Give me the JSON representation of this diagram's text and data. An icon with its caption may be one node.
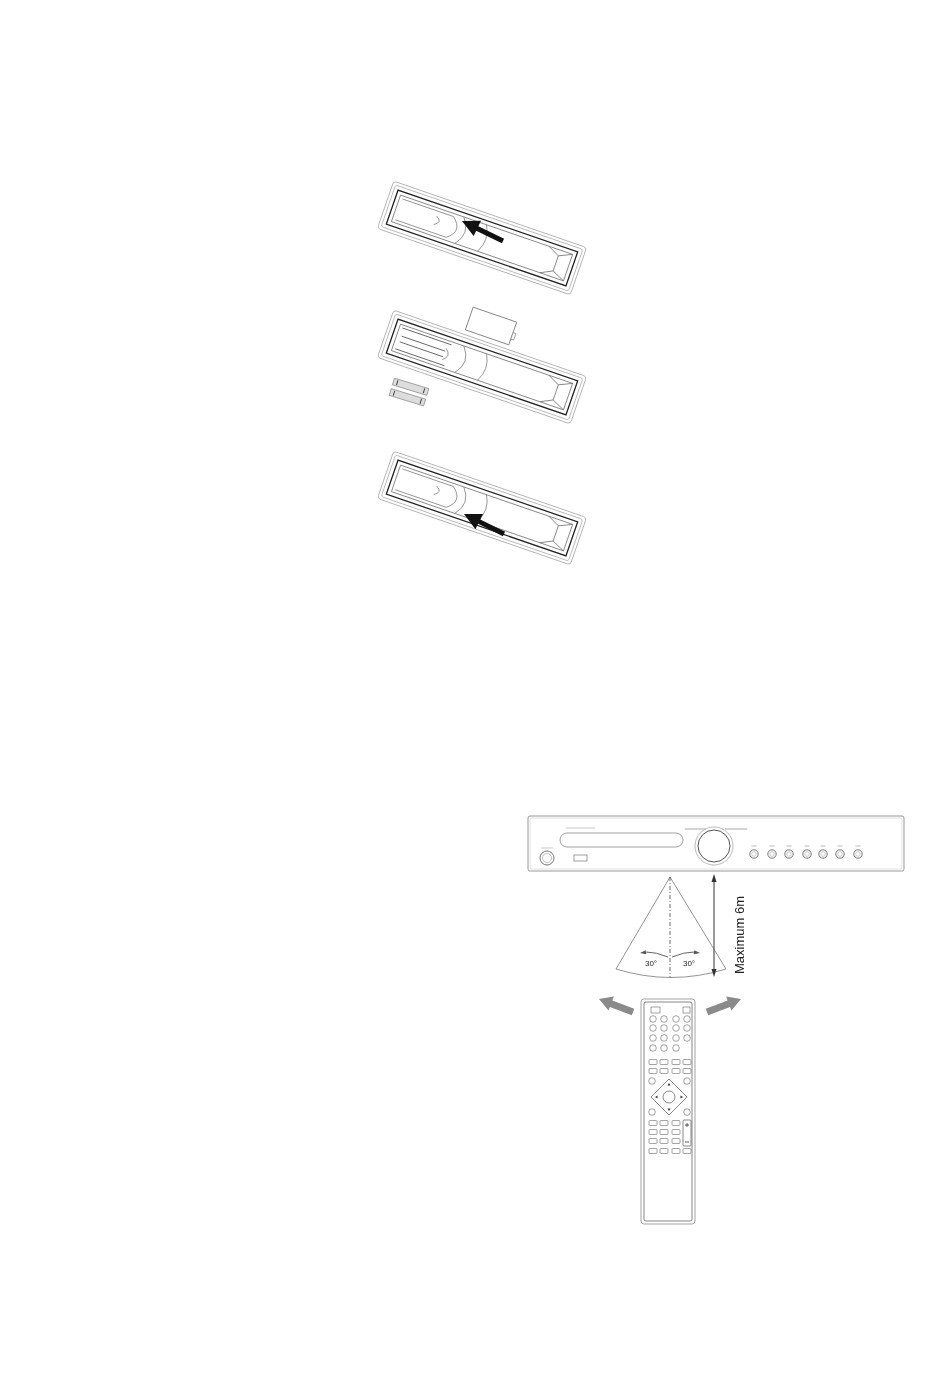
{
  "diagram": {
    "labels": [
      "Maximum 6m",
      "30°",
      "30°"
    ]
  }
}
